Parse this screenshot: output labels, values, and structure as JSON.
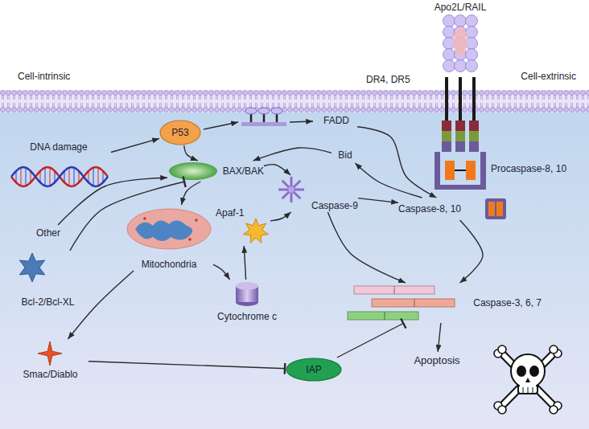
{
  "diagram": {
    "nodes": [
      {
        "text": [
          "DNA damage"
        ]
      },
      {
        "text": [
          "P53"
        ]
      },
      {
        "text": [
          "FADD"
        ]
      },
      {
        "text": [
          "Other"
        ]
      },
      {
        "text": [
          "Bid"
        ]
      },
      {
        "text": [
          "BAX/BAK"
        ]
      },
      {
        "text": [
          "Bcl-2/Bcl-XL"
        ]
      },
      {
        "text": [
          "Caspase-9"
        ]
      },
      {
        "text": [
          "Caspase-8, 10"
        ]
      },
      {
        "text": [
          "Mitochondria"
        ]
      },
      {
        "text": [
          "Apaf-1"
        ]
      },
      {
        "text": [
          "Cytochrome c"
        ]
      },
      {
        "text": [
          "Smac/Diablo"
        ]
      },
      {
        "text": [
          "IAP"
        ]
      },
      {
        "text": [
          "Caspase-3, 6, 7"
        ]
      },
      {
        "text": [
          "Apoptosis"
        ]
      }
    ],
    "edges": [
      {
        "from": 0,
        "to": 1,
        "arrow": "to"
      },
      {
        "from": 1,
        "to": 5,
        "arrow": "to"
      },
      {
        "from": 2,
        "to": 8,
        "arrow": "to"
      },
      {
        "from": 3,
        "to": 5,
        "arrow": "to"
      },
      {
        "from": 6,
        "to": 5,
        "arrow": "to"
      },
      {
        "from": 5,
        "to": 9,
        "arrow": "to"
      },
      {
        "from": 5,
        "to": 7,
        "arrow": "to"
      },
      {
        "from": 4,
        "to": 5,
        "arrow": "to"
      },
      {
        "from": 8,
        "to": 4,
        "arrow": "to"
      },
      {
        "from": 9,
        "to": 11,
        "arrow": "to"
      },
      {
        "from": 11,
        "to": 10,
        "arrow": "to"
      },
      {
        "from": 10,
        "to": 7,
        "arrow": "to"
      },
      {
        "from": 7,
        "to": 8,
        "arrow": "to"
      },
      {
        "from": 7,
        "to": 14,
        "arrow": "to"
      },
      {
        "from": 8,
        "to": 14,
        "arrow": "to"
      },
      {
        "from": 9,
        "to": 12,
        "arrow": "to"
      },
      {
        "from": 12,
        "to": 13,
        "arrow": "to"
      },
      {
        "from": 13,
        "to": 14,
        "arrow": "to"
      },
      {
        "from": 14,
        "to": 15,
        "arrow": "to"
      }
    ],
    "labels": [
      "Cell-intrinsic",
      "Cell-extrinsic",
      "Apo2L/RAIL",
      "DR4, DR5",
      "Procaspase-8, 10"
    ]
  }
}
